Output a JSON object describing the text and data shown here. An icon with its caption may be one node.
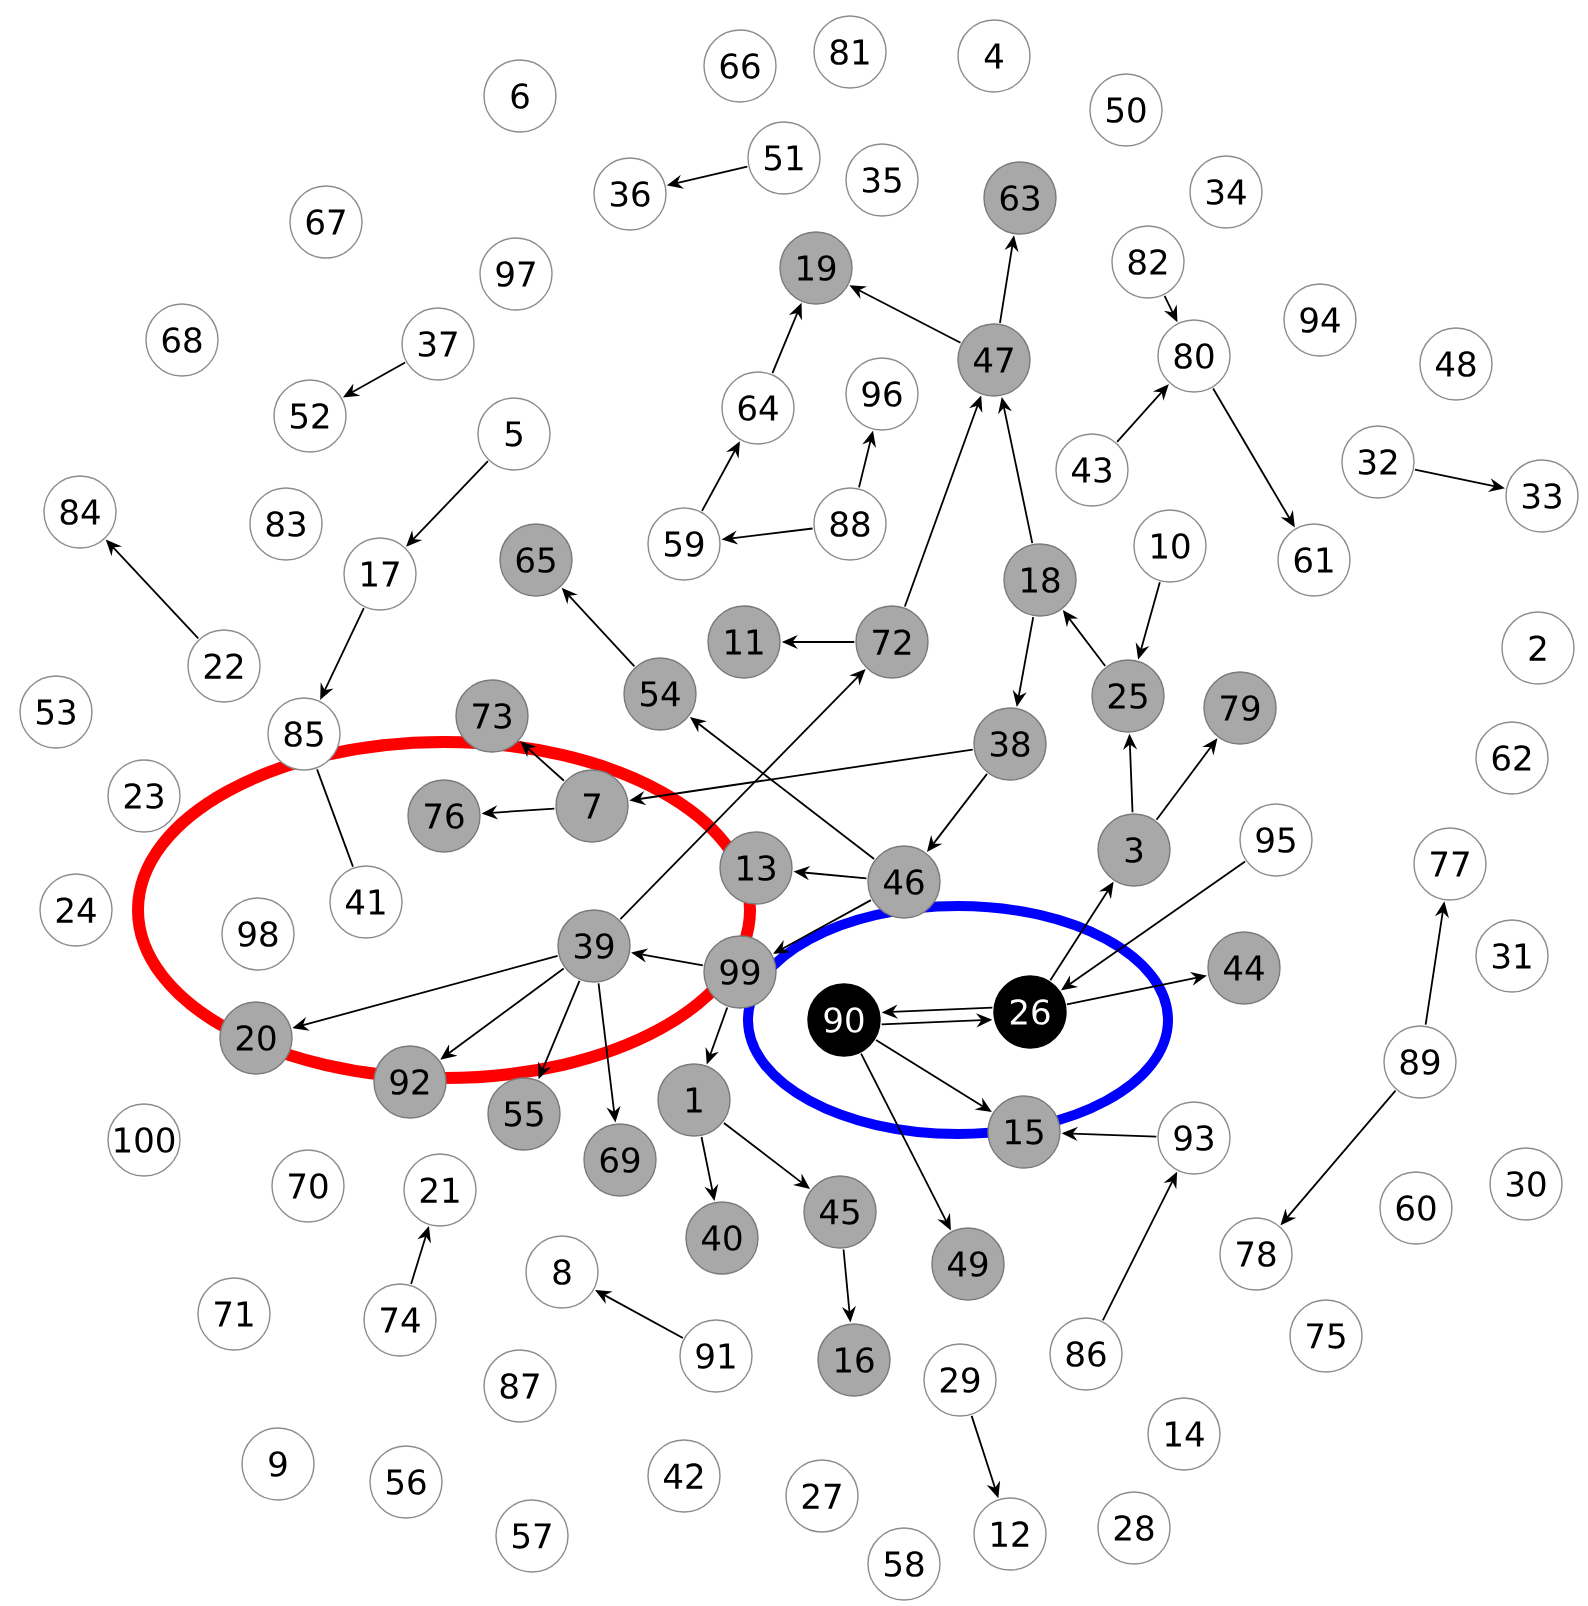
{
  "diagram": {
    "nodes": [
      {
        "text": [
          "6"
        ]
      },
      {
        "text": [
          "66"
        ]
      },
      {
        "text": [
          "81"
        ]
      },
      {
        "text": [
          "4"
        ]
      },
      {
        "text": [
          "50"
        ]
      },
      {
        "text": [
          "34"
        ]
      },
      {
        "text": [
          "51"
        ]
      },
      {
        "text": [
          "36"
        ]
      },
      {
        "text": [
          "35"
        ]
      },
      {
        "text": [
          "63"
        ]
      },
      {
        "text": [
          "67"
        ]
      },
      {
        "text": [
          "97"
        ]
      },
      {
        "text": [
          "19"
        ]
      },
      {
        "text": [
          "82"
        ]
      },
      {
        "text": [
          "94"
        ]
      },
      {
        "text": [
          "48"
        ]
      },
      {
        "text": [
          "68"
        ]
      },
      {
        "text": [
          "37"
        ]
      },
      {
        "text": [
          "47"
        ]
      },
      {
        "text": [
          "80"
        ]
      },
      {
        "text": [
          "52"
        ]
      },
      {
        "text": [
          "5"
        ]
      },
      {
        "text": [
          "64"
        ]
      },
      {
        "text": [
          "96"
        ]
      },
      {
        "text": [
          "43"
        ]
      },
      {
        "text": [
          "32"
        ]
      },
      {
        "text": [
          "33"
        ]
      },
      {
        "text": [
          "84"
        ]
      },
      {
        "text": [
          "83"
        ]
      },
      {
        "text": [
          "59"
        ]
      },
      {
        "text": [
          "88"
        ]
      },
      {
        "text": [
          "10"
        ]
      },
      {
        "text": [
          "61"
        ]
      },
      {
        "text": [
          "17"
        ]
      },
      {
        "text": [
          "65"
        ]
      },
      {
        "text": [
          "18"
        ]
      },
      {
        "text": [
          "22"
        ]
      },
      {
        "text": [
          "72"
        ]
      },
      {
        "text": [
          "11"
        ]
      },
      {
        "text": [
          "54"
        ]
      },
      {
        "text": [
          "25"
        ]
      },
      {
        "text": [
          "79"
        ]
      },
      {
        "text": [
          "2"
        ]
      },
      {
        "text": [
          "73"
        ]
      },
      {
        "text": [
          "85"
        ]
      },
      {
        "text": [
          "53"
        ]
      },
      {
        "text": [
          "62"
        ]
      },
      {
        "text": [
          "38"
        ]
      },
      {
        "text": [
          "23"
        ]
      },
      {
        "text": [
          "7"
        ]
      },
      {
        "text": [
          "76"
        ]
      },
      {
        "text": [
          "13"
        ]
      },
      {
        "text": [
          "46"
        ]
      },
      {
        "text": [
          "3"
        ]
      },
      {
        "text": [
          "95"
        ]
      },
      {
        "text": [
          "77"
        ]
      },
      {
        "text": [
          "41"
        ]
      },
      {
        "text": [
          "98"
        ]
      },
      {
        "text": [
          "24"
        ]
      },
      {
        "text": [
          "31"
        ]
      },
      {
        "text": [
          "39"
        ]
      },
      {
        "text": [
          "99"
        ]
      },
      {
        "text": [
          "90"
        ]
      },
      {
        "text": [
          "26"
        ]
      },
      {
        "text": [
          "44"
        ]
      },
      {
        "text": [
          "20"
        ]
      },
      {
        "text": [
          "92"
        ]
      },
      {
        "text": [
          "89"
        ]
      },
      {
        "text": [
          "55"
        ]
      },
      {
        "text": [
          "1"
        ]
      },
      {
        "text": [
          "15"
        ]
      },
      {
        "text": [
          "69"
        ]
      },
      {
        "text": [
          "100"
        ]
      },
      {
        "text": [
          "93"
        ]
      },
      {
        "text": [
          "70"
        ]
      },
      {
        "text": [
          "21"
        ]
      },
      {
        "text": [
          "40"
        ]
      },
      {
        "text": [
          "45"
        ]
      },
      {
        "text": [
          "60"
        ]
      },
      {
        "text": [
          "30"
        ]
      },
      {
        "text": [
          "49"
        ]
      },
      {
        "text": [
          "78"
        ]
      },
      {
        "text": [
          "8"
        ]
      },
      {
        "text": [
          "74"
        ]
      },
      {
        "text": [
          "71"
        ]
      },
      {
        "text": [
          "91"
        ]
      },
      {
        "text": [
          "16"
        ]
      },
      {
        "text": [
          "29"
        ]
      },
      {
        "text": [
          "86"
        ]
      },
      {
        "text": [
          "75"
        ]
      },
      {
        "text": [
          "87"
        ]
      },
      {
        "text": [
          "14"
        ]
      },
      {
        "text": [
          "9"
        ]
      },
      {
        "text": [
          "56"
        ]
      },
      {
        "text": [
          "42"
        ]
      },
      {
        "text": [
          "27"
        ]
      },
      {
        "text": [
          "57"
        ]
      },
      {
        "text": [
          "12"
        ]
      },
      {
        "text": [
          "28"
        ]
      },
      {
        "text": [
          "58"
        ]
      }
    ],
    "edges": [
      {
        "from": 6,
        "to": 7,
        "arrow": "to"
      },
      {
        "from": 18,
        "to": 12,
        "arrow": "to"
      },
      {
        "from": 18,
        "to": 9,
        "arrow": "to"
      },
      {
        "from": 22,
        "to": 12,
        "arrow": "to"
      },
      {
        "from": 29,
        "to": 22,
        "arrow": "to"
      },
      {
        "from": 30,
        "to": 29,
        "arrow": "to"
      },
      {
        "from": 30,
        "to": 23,
        "arrow": "to"
      },
      {
        "from": 37,
        "to": 18,
        "arrow": "to"
      },
      {
        "from": 37,
        "to": 38,
        "arrow": "to"
      },
      {
        "from": 35,
        "to": 18,
        "arrow": "to"
      },
      {
        "from": 35,
        "to": 47,
        "arrow": "to"
      },
      {
        "from": 40,
        "to": 35,
        "arrow": "to"
      },
      {
        "from": 31,
        "to": 40,
        "arrow": "to"
      },
      {
        "from": 13,
        "to": 19,
        "arrow": "to"
      },
      {
        "from": 24,
        "to": 19,
        "arrow": "to"
      },
      {
        "from": 19,
        "to": 32,
        "arrow": "to"
      },
      {
        "from": 25,
        "to": 26,
        "arrow": "to"
      },
      {
        "from": 17,
        "to": 20,
        "arrow": "to"
      },
      {
        "from": 21,
        "to": 33,
        "arrow": "to"
      },
      {
        "from": 33,
        "to": 44,
        "arrow": "to"
      },
      {
        "from": 36,
        "to": 27,
        "arrow": "to"
      },
      {
        "from": 44,
        "to": 56,
        "arrow": "none"
      },
      {
        "from": 39,
        "to": 34,
        "arrow": "to"
      },
      {
        "from": 49,
        "to": 43,
        "arrow": "to"
      },
      {
        "from": 49,
        "to": 50,
        "arrow": "to"
      },
      {
        "from": 47,
        "to": 49,
        "arrow": "to"
      },
      {
        "from": 60,
        "to": 37,
        "arrow": "to"
      },
      {
        "from": 52,
        "to": 39,
        "arrow": "to"
      },
      {
        "from": 52,
        "to": 51,
        "arrow": "to"
      },
      {
        "from": 47,
        "to": 52,
        "arrow": "to"
      },
      {
        "from": 61,
        "to": 60,
        "arrow": "to"
      },
      {
        "from": 60,
        "to": 65,
        "arrow": "to"
      },
      {
        "from": 60,
        "to": 66,
        "arrow": "to"
      },
      {
        "from": 60,
        "to": 68,
        "arrow": "to"
      },
      {
        "from": 60,
        "to": 71,
        "arrow": "to"
      },
      {
        "from": 52,
        "to": 61,
        "arrow": "to"
      },
      {
        "from": 61,
        "to": 69,
        "arrow": "to"
      },
      {
        "from": 69,
        "to": 76,
        "arrow": "to"
      },
      {
        "from": 69,
        "to": 77,
        "arrow": "to"
      },
      {
        "from": 77,
        "to": 86,
        "arrow": "to"
      },
      {
        "from": 62,
        "to": 63,
        "arrow": "to"
      },
      {
        "from": 63,
        "to": 62,
        "arrow": "to"
      },
      {
        "from": 62,
        "to": 70,
        "arrow": "to"
      },
      {
        "from": 62,
        "to": 80,
        "arrow": "to"
      },
      {
        "from": 53,
        "to": 40,
        "arrow": "to"
      },
      {
        "from": 53,
        "to": 41,
        "arrow": "to"
      },
      {
        "from": 63,
        "to": 53,
        "arrow": "to"
      },
      {
        "from": 54,
        "to": 63,
        "arrow": "to"
      },
      {
        "from": 63,
        "to": 64,
        "arrow": "to"
      },
      {
        "from": 73,
        "to": 70,
        "arrow": "to"
      },
      {
        "from": 88,
        "to": 73,
        "arrow": "to"
      },
      {
        "from": 67,
        "to": 55,
        "arrow": "to"
      },
      {
        "from": 67,
        "to": 81,
        "arrow": "to"
      },
      {
        "from": 83,
        "to": 75,
        "arrow": "to"
      },
      {
        "from": 85,
        "to": 82,
        "arrow": "to"
      },
      {
        "from": 87,
        "to": 97,
        "arrow": "to"
      }
    ]
  }
}
